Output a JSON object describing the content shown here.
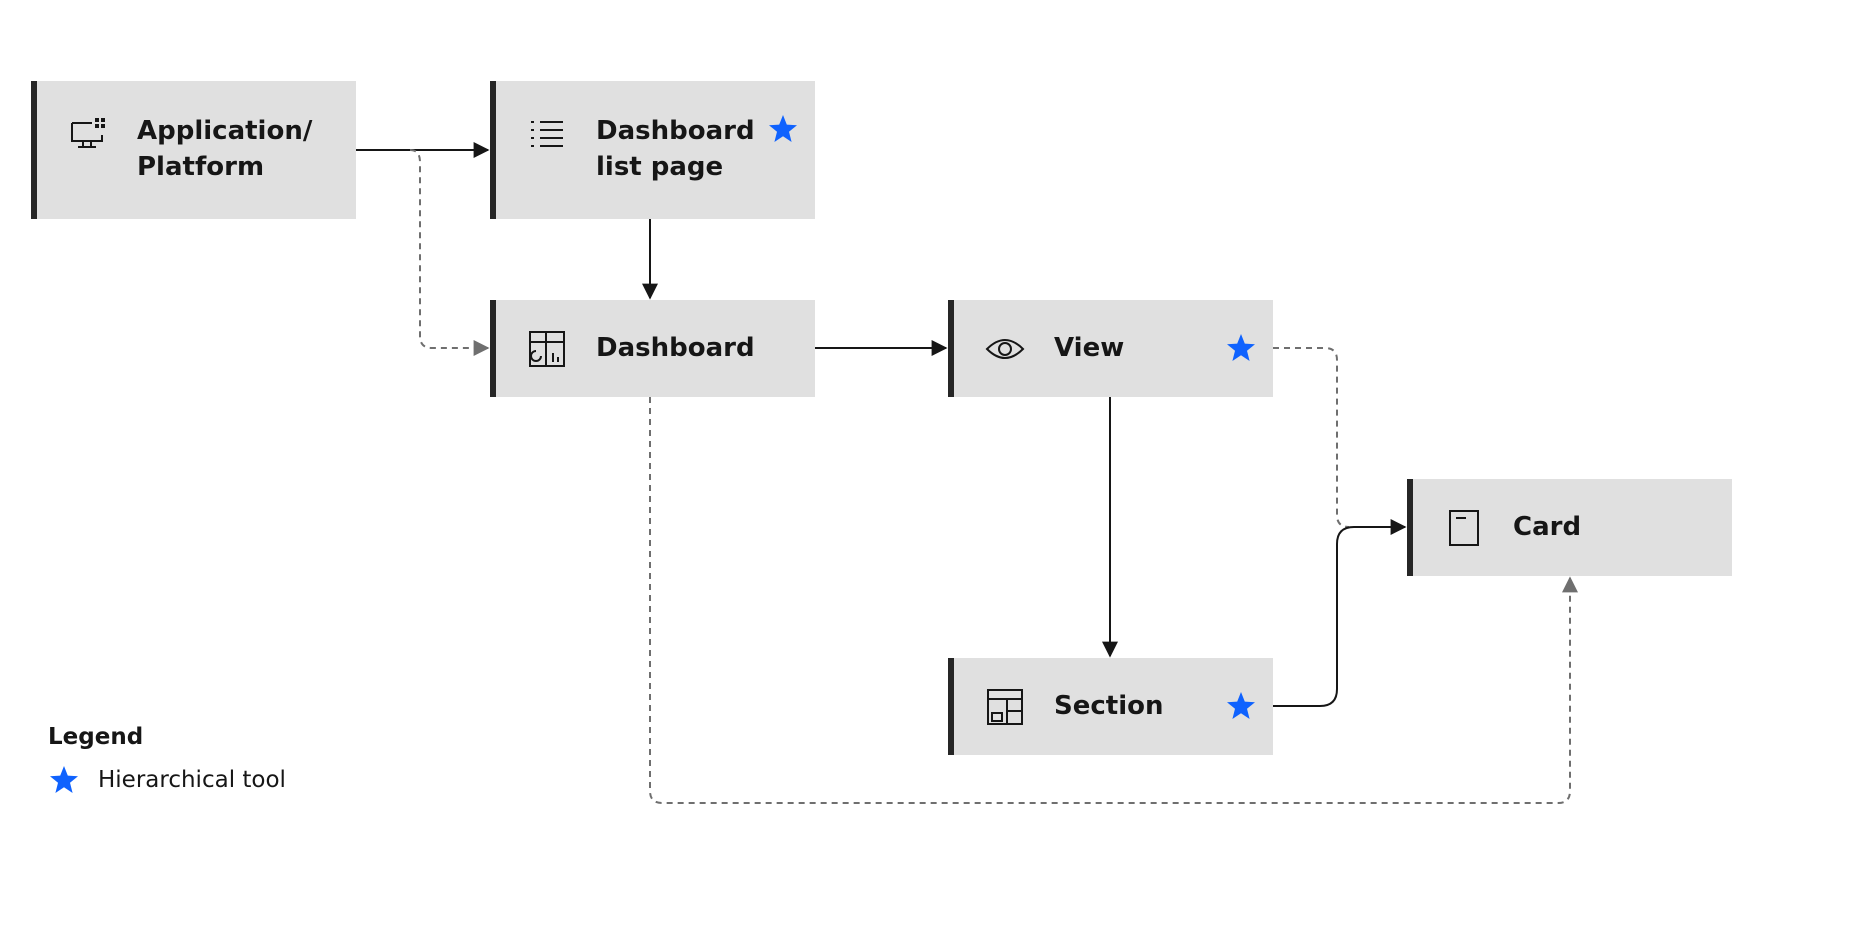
{
  "nodes": {
    "app": {
      "label": "Application/\nPlatform",
      "hierarchical": false
    },
    "list": {
      "label": "Dashboard\nlist page",
      "hierarchical": true
    },
    "dash": {
      "label": "Dashboard",
      "hierarchical": false
    },
    "view": {
      "label": "View",
      "hierarchical": true
    },
    "card": {
      "label": "Card",
      "hierarchical": false
    },
    "sect": {
      "label": "Section",
      "hierarchical": true
    }
  },
  "legend": {
    "title": "Legend",
    "items": [
      {
        "icon": "star-icon",
        "label": "Hierarchical tool"
      }
    ]
  },
  "colors": {
    "box": "#e0e0e0",
    "box_border": "#262626",
    "star": "#0f62fe",
    "dashed_line": "#6f6f6f",
    "solid_line": "#161616"
  },
  "edges": [
    {
      "from": "app",
      "to": "list",
      "style": "solid"
    },
    {
      "from": "app",
      "to": "dash",
      "style": "dashed"
    },
    {
      "from": "list",
      "to": "dash",
      "style": "solid"
    },
    {
      "from": "dash",
      "to": "view",
      "style": "solid"
    },
    {
      "from": "view",
      "to": "sect",
      "style": "solid"
    },
    {
      "from": "view",
      "to": "card",
      "style": "dashed"
    },
    {
      "from": "sect",
      "to": "card",
      "style": "solid"
    },
    {
      "from": "dash",
      "to": "card",
      "style": "dashed"
    }
  ]
}
